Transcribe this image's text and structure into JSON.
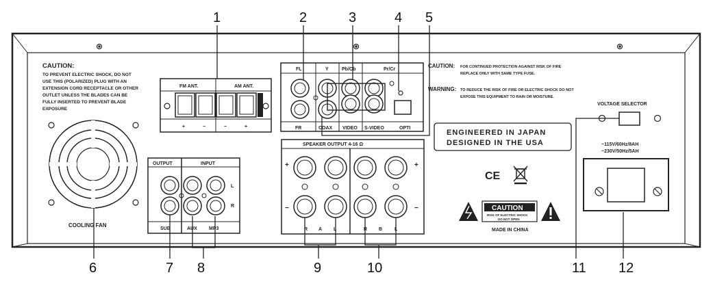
{
  "callouts": [
    "1",
    "2",
    "3",
    "4",
    "5",
    "6",
    "7",
    "8",
    "9",
    "10",
    "11",
    "12"
  ],
  "caution_left": {
    "title": "CAUTION:",
    "lines": [
      "TO PREVENT ELECTRIC SHOCK, DO NOT",
      "USE THIS (POLARIZED) PLUG WITH AN",
      "EXTENSION CORD RECEPTACLE OR OTHER",
      "OUTLET UNLESS THE BLADES CAN BE",
      "FULLY INSERTED TO PREVENT BLADE",
      "EXPOSURE"
    ]
  },
  "antenna": {
    "fm": "FM ANT.",
    "am": "AM ANT.",
    "plus": "+",
    "minus": "−"
  },
  "video_panel": {
    "fl": "FL",
    "fr": "FR",
    "y": "Y",
    "pbcb": "Pb/Cb",
    "prcr": "Pr/Cr",
    "coax": "COAX",
    "video": "VIDEO",
    "svideo": "S-VIDEO",
    "opti": "OPTI"
  },
  "caution_right": {
    "caution_title": "CAUTION:",
    "caution_lines": [
      "FOR CONTINUED PROTECTION AGAINST RISK OF FIRE",
      "REPLACE ONLY WITH SAME TYPE FUSE."
    ],
    "warning_title": "WARNING:",
    "warning_lines": [
      "TO REDUCE THE RISK OF FIRE OR ELECTRIC SHOCK DO NOT",
      "EXPOSE THIS EQUIPMENT TO RAIN OR MOISTURE."
    ]
  },
  "voltage_selector": "VOLTAGE SELECTOR",
  "engineered": [
    "ENGINEERED IN JAPAN",
    "DESIGNED IN THE USA"
  ],
  "voltage_specs": [
    "~115V/60Hz/8AH",
    "~230V/50Hz/5AH"
  ],
  "speaker": {
    "title": "SPEAKER OUTPUT  4-16 Ω",
    "r": "R",
    "l": "L",
    "a": "A",
    "b": "B",
    "plus": "+",
    "minus": "−"
  },
  "audio_io": {
    "output": "OUTPUT",
    "input": "INPUT",
    "sub": "SUB",
    "aux": "AUX",
    "mp3": "MP3",
    "l": "L",
    "r": "R"
  },
  "cooling_fan": "COOLING FAN",
  "ce": "CE",
  "caution_label": {
    "title": "CAUTION",
    "sub1": "RISK OF ELECTRIC SHOCK",
    "sub2": "DO NOT OPEN"
  },
  "made_in": "MADE IN CHINA"
}
